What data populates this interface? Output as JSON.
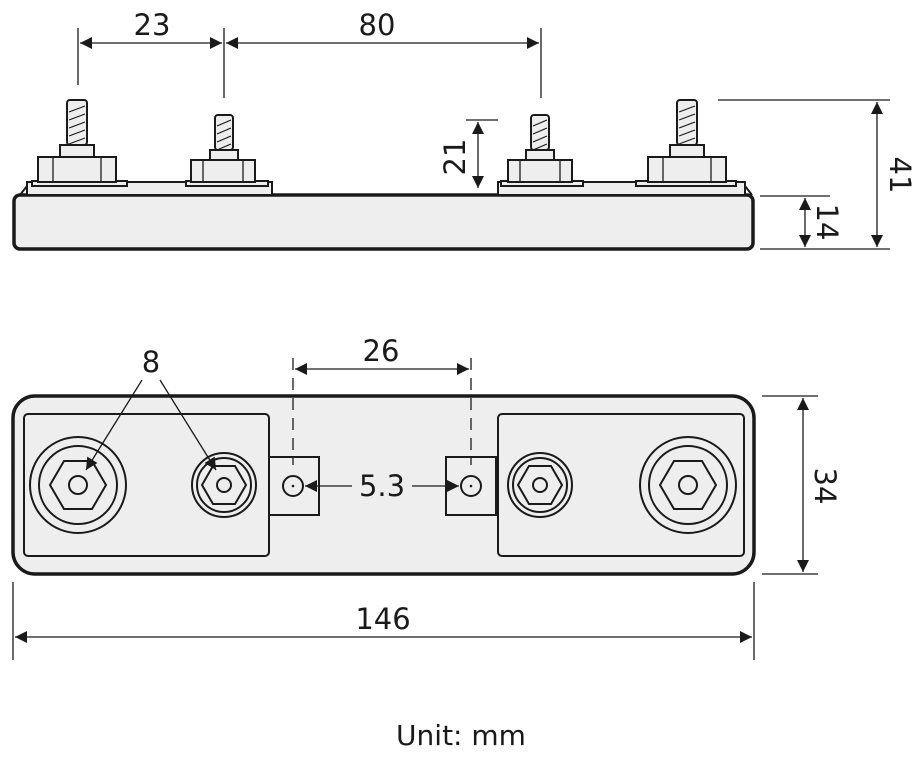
{
  "drawing": {
    "side_view": {
      "dim_stud_spacing_left": "23",
      "dim_stud_spacing_right": "80",
      "dim_stud_height": "21",
      "dim_total_height": "41",
      "dim_base_height": "14"
    },
    "top_view": {
      "dim_thread": "8",
      "dim_hole_spacing": "26",
      "dim_hole_diameter": "5.3",
      "dim_width": "34",
      "dim_length": "146"
    },
    "unit_label": "Unit: mm"
  }
}
